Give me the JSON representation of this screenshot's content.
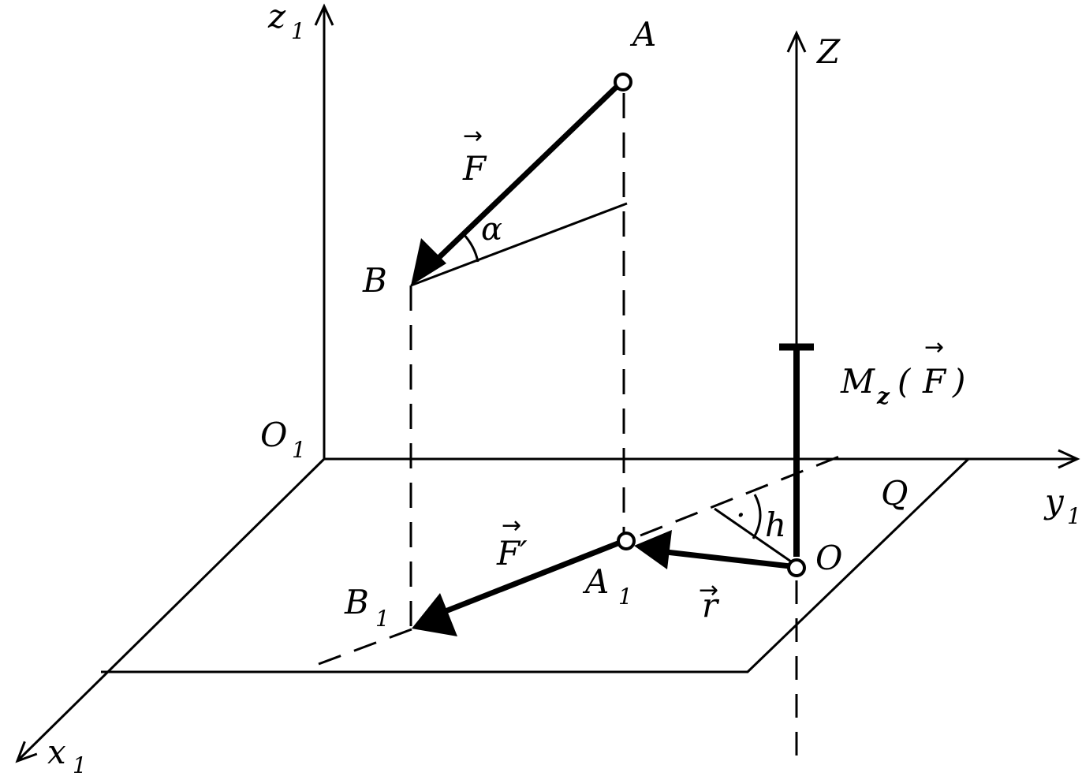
{
  "labels": {
    "z1": "z",
    "z1_sub": "1",
    "A": "A",
    "Z": "Z",
    "F": "F",
    "F_arrow": "→",
    "alpha": "α",
    "B": "B",
    "Mz_M": "M",
    "Mz_z": "z",
    "Mz_open": "(",
    "Mz_F": "F",
    "Mz_close": ")",
    "Mz_arrow": "→",
    "O1": "O",
    "O1_sub": "1",
    "y1": "y",
    "y1_sub": "1",
    "Q": "Q",
    "h": "h",
    "dot": "·",
    "Fp": "F′",
    "Fp_arrow": "→",
    "O": "O",
    "A1": "A",
    "A1_sub": "1",
    "r": "r",
    "r_arrow": "→",
    "B1": "B",
    "B1_sub": "1",
    "x1": "x",
    "x1_sub": "1"
  }
}
